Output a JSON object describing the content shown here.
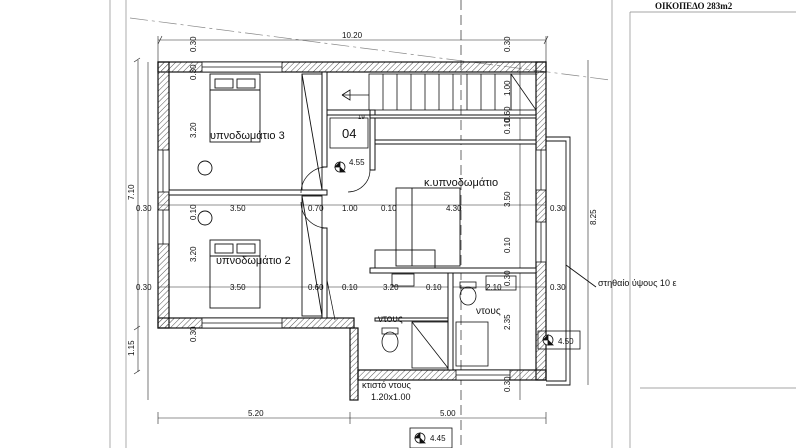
{
  "header": {
    "plot_label": "ΟΙΚΟΠΕΔΟ 283m2"
  },
  "rooms": {
    "bedroom3": "υπνοδωμάτιο 3",
    "bedroom2": "υπνοδωμάτιο 2",
    "master": "κ.υπνοδωμάτιο",
    "shower1": "ντους",
    "shower2": "ντους",
    "room_number": "04",
    "built_shower": "κτιστό ντους",
    "built_shower_size": "1.20x1.00",
    "parapet_note": "στηθαίο ύψους 10 ε"
  },
  "levels": {
    "lv1": "4.55",
    "lv2": "4.50",
    "lv3": "4.45"
  },
  "stair": {
    "step_num": "19"
  },
  "dims": {
    "top_total": "10.20",
    "top_l": "0.30",
    "top_r": "0.30",
    "left_total": "7.10",
    "left_bottom": "1.15",
    "right_total": "8.25",
    "b3_h": "3.20",
    "b2_h": "3.20",
    "b3_top": "0.30",
    "b2_top": "0.10",
    "b2_bot": "0.30",
    "row1_wall_l": "0.30",
    "row1_b": "3.50",
    "row1_w1": "0.70",
    "row1_door": "1.00",
    "row1_w2": "0.10",
    "row1_m": "4.30",
    "row1_wall_r": "0.30",
    "row2_wall_l": "0.30",
    "row2_b": "3.50",
    "row2_w1": "0.60",
    "row2_w2": "0.10",
    "row2_s": "3.20",
    "row2_w3": "0.10",
    "row2_t": "2.10",
    "row2_wall_r": "0.30",
    "stair_100": "1.00",
    "stair_010": "0.10",
    "stair_060": "0.60",
    "m_350": "3.50",
    "m_010": "0.10",
    "b_235": "2.35",
    "bot_520": "5.20",
    "bot_500": "5.00",
    "r_030a": "0.30",
    "r_030b": "0.30"
  }
}
